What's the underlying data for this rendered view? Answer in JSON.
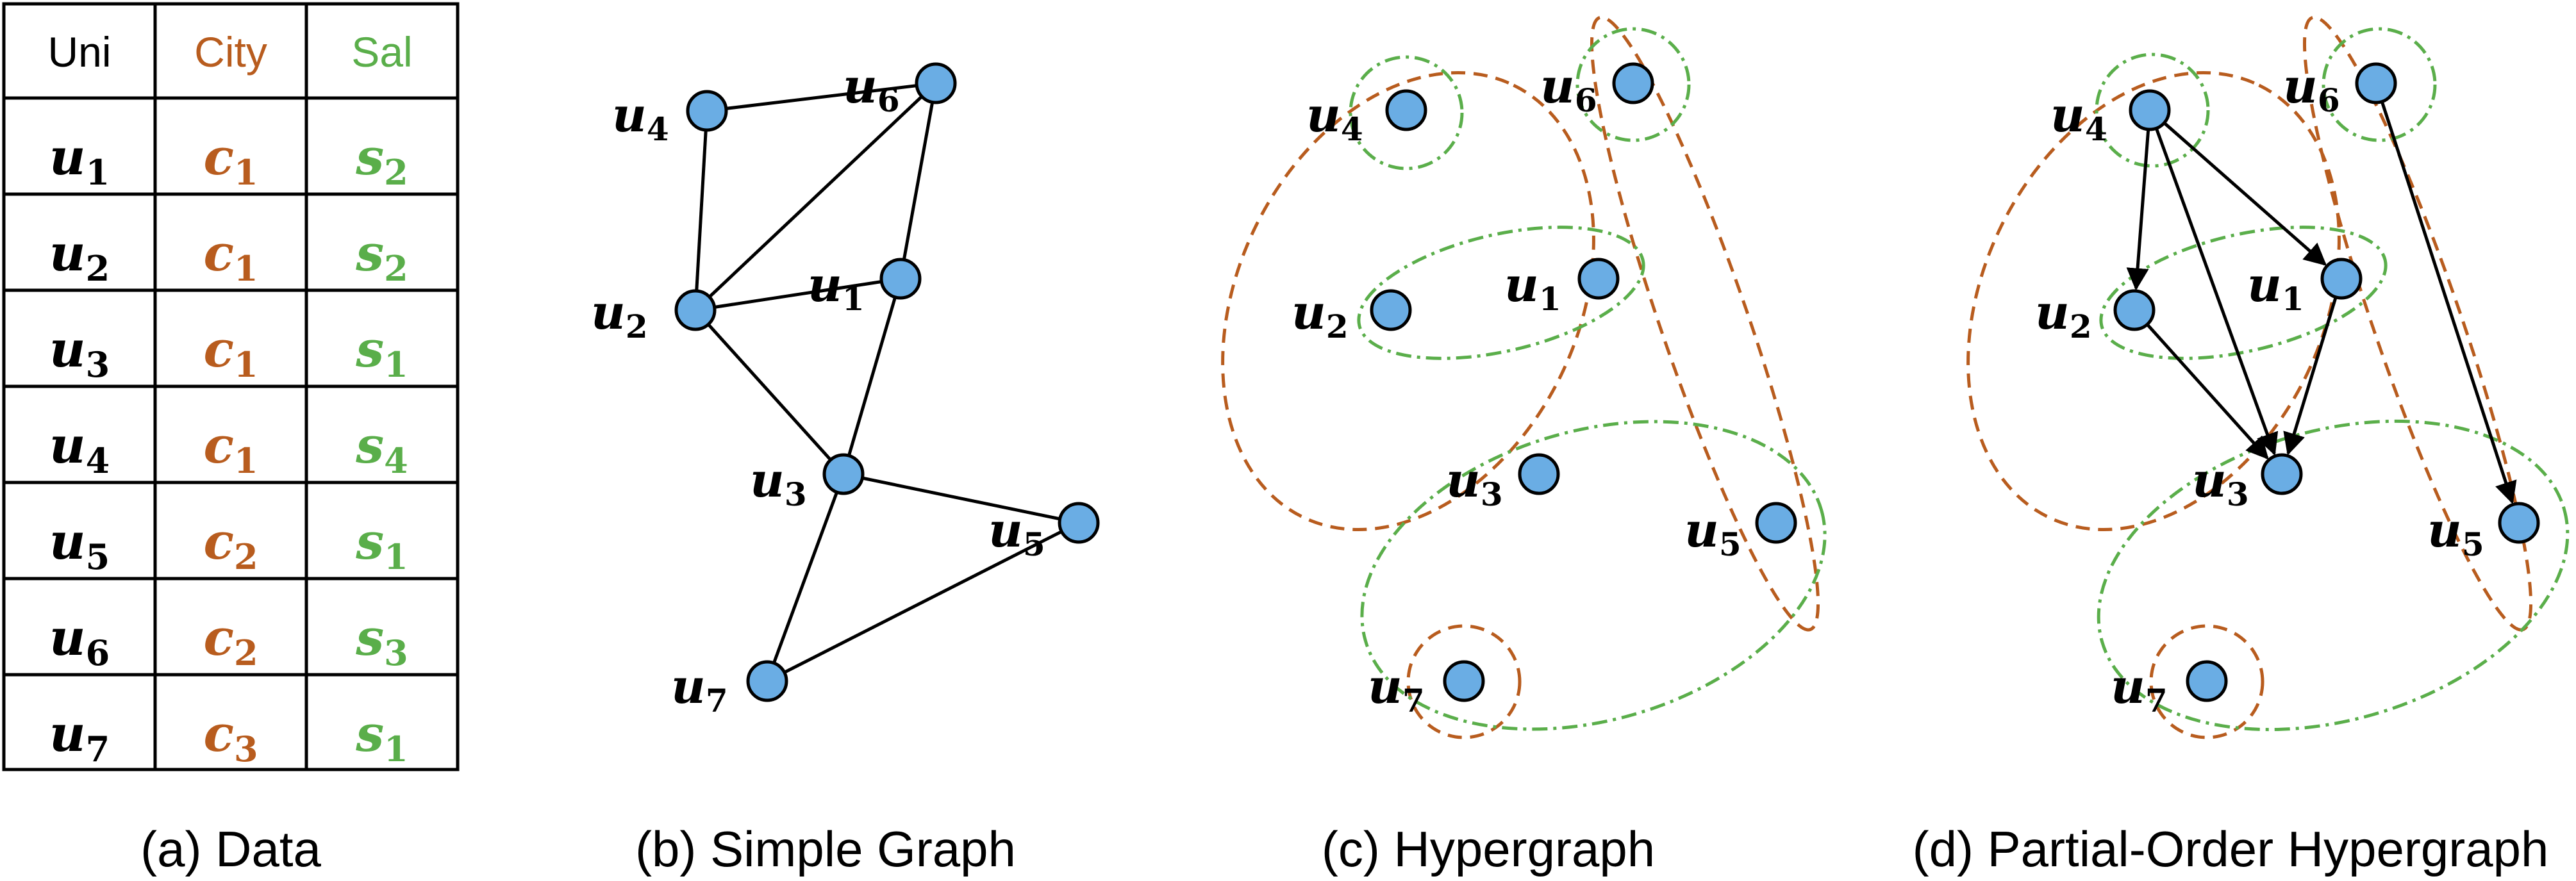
{
  "colors": {
    "node_fill": "#6aade4",
    "stroke": "#000000",
    "city": "#b85c1e",
    "sal": "#5aae4a"
  },
  "table": {
    "headers": [
      "Uni",
      "City",
      "Sal"
    ],
    "rows": [
      {
        "uni": "u",
        "uni_sub": "1",
        "city": "c",
        "city_sub": "1",
        "sal": "s",
        "sal_sub": "2"
      },
      {
        "uni": "u",
        "uni_sub": "2",
        "city": "c",
        "city_sub": "1",
        "sal": "s",
        "sal_sub": "2"
      },
      {
        "uni": "u",
        "uni_sub": "3",
        "city": "c",
        "city_sub": "1",
        "sal": "s",
        "sal_sub": "1"
      },
      {
        "uni": "u",
        "uni_sub": "4",
        "city": "c",
        "city_sub": "1",
        "sal": "s",
        "sal_sub": "4"
      },
      {
        "uni": "u",
        "uni_sub": "5",
        "city": "c",
        "city_sub": "2",
        "sal": "s",
        "sal_sub": "1"
      },
      {
        "uni": "u",
        "uni_sub": "6",
        "city": "c",
        "city_sub": "2",
        "sal": "s",
        "sal_sub": "3"
      },
      {
        "uni": "u",
        "uni_sub": "7",
        "city": "c",
        "city_sub": "3",
        "sal": "s",
        "sal_sub": "1"
      }
    ]
  },
  "node_labels": {
    "u1": {
      "base": "u",
      "sub": "1"
    },
    "u2": {
      "base": "u",
      "sub": "2"
    },
    "u3": {
      "base": "u",
      "sub": "3"
    },
    "u4": {
      "base": "u",
      "sub": "4"
    },
    "u5": {
      "base": "u",
      "sub": "5"
    },
    "u6": {
      "base": "u",
      "sub": "6"
    },
    "u7": {
      "base": "u",
      "sub": "7"
    }
  },
  "simple_graph_edges": [
    [
      "u4",
      "u6"
    ],
    [
      "u4",
      "u2"
    ],
    [
      "u6",
      "u2"
    ],
    [
      "u6",
      "u1"
    ],
    [
      "u2",
      "u1"
    ],
    [
      "u2",
      "u3"
    ],
    [
      "u1",
      "u3"
    ],
    [
      "u3",
      "u5"
    ],
    [
      "u3",
      "u7"
    ],
    [
      "u7",
      "u5"
    ]
  ],
  "partial_order_arrows": [
    [
      "u4",
      "u2"
    ],
    [
      "u4",
      "u1"
    ],
    [
      "u4",
      "u3"
    ],
    [
      "u2",
      "u3"
    ],
    [
      "u1",
      "u3"
    ],
    [
      "u6",
      "u5"
    ]
  ],
  "captions": {
    "a": "(a) Data",
    "b": "(b) Simple Graph",
    "c": "(c) Hypergraph",
    "d": "(d) Partial-Order Hypergraph"
  }
}
